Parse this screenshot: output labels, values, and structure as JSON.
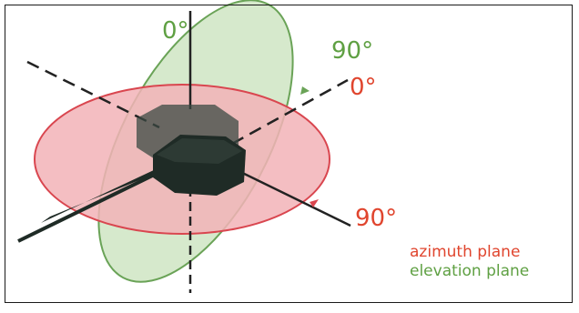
{
  "labels": {
    "elevation_zero": "0°",
    "elevation_ninety": "90°",
    "azimuth_zero": "0°",
    "azimuth_ninety": "90°"
  },
  "legend": {
    "azimuth": "azimuth plane",
    "elevation": "elevation plane"
  },
  "colors": {
    "azimuth_fill": "#f2b3b7",
    "azimuth_stroke": "#d9464f",
    "elevation_fill": "#cfe5c3",
    "elevation_stroke": "#6aa357",
    "azimuth_text": "#e0452e",
    "elevation_text": "#5fa043",
    "device_body": "#1f2b26",
    "device_top": "#3b4a43"
  }
}
